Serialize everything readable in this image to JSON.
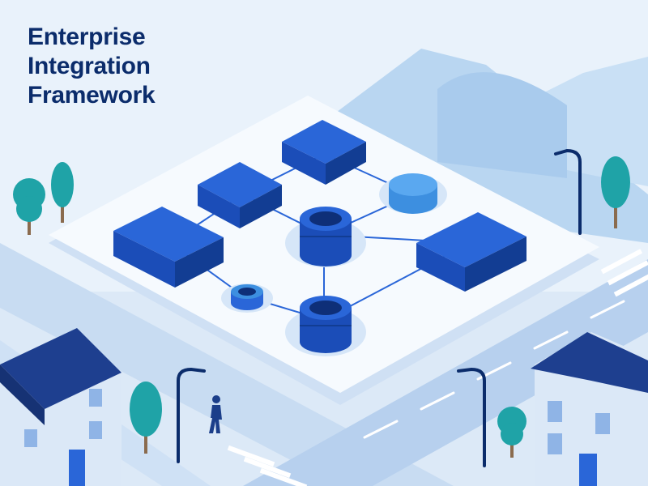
{
  "title_lines": [
    "Enterprise",
    "Integration",
    "Framework"
  ],
  "colors": {
    "background": "#e9f2fb",
    "title_text": "#0b2c6b",
    "block_top": "#2a66d8",
    "block_front": "#1b4db8",
    "block_side": "#123d93",
    "cylinder_light": "#5aa8f0",
    "connector_line": "#2a66d8",
    "platform": "#f6fafe",
    "tree": "#1fa3a7",
    "house_roof": "#1e3f8f",
    "house_wall": "#dbe8f7"
  },
  "icons": [
    "server-block-icon",
    "database-cylinder-icon",
    "tree-icon",
    "street-lamp-icon",
    "house-icon",
    "pedestrian-icon"
  ]
}
